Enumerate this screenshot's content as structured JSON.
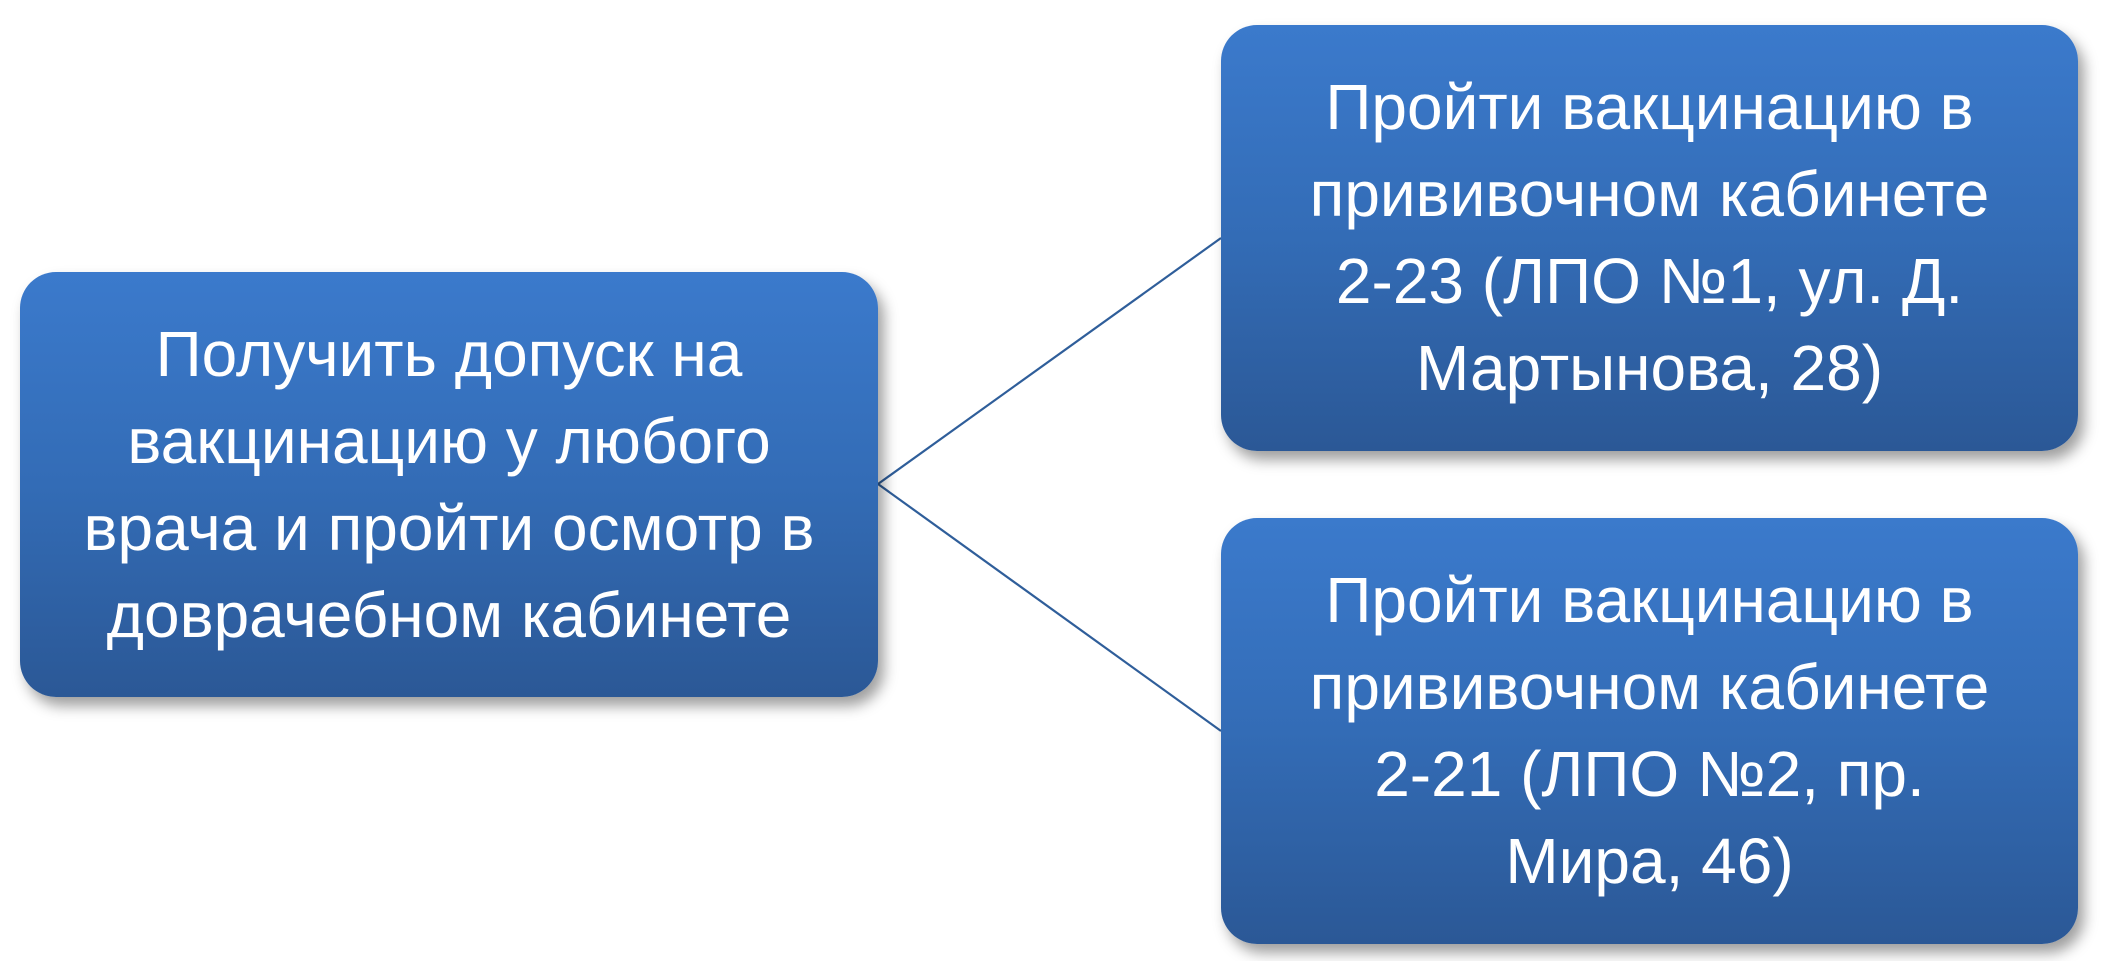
{
  "diagram": {
    "source_node": {
      "text": "Получить допуск на\nвакцинацию у любого\nврача и пройти осмотр в\nдоврачебном кабинете"
    },
    "target_nodes": [
      {
        "text": "Пройти вакцинацию в\nпрививочном кабинете\n2-23 (ЛПО №1, ул. Д.\nМартынова, 28)"
      },
      {
        "text": "Пройти вакцинацию в\nпрививочном кабинете\n2-21 (ЛПО №2, пр.\nМира, 46)"
      }
    ],
    "colors": {
      "node_fill": "#336cb6",
      "node_text": "#ffffff",
      "connector": "#2f5e9a"
    }
  }
}
